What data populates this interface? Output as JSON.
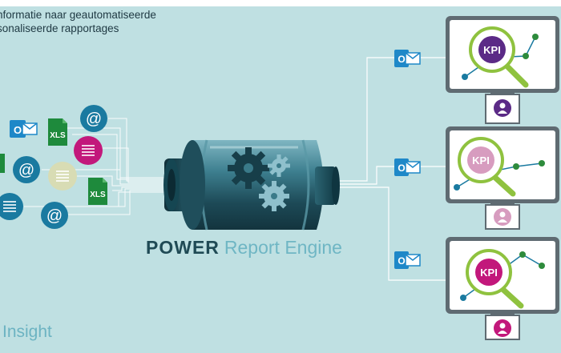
{
  "caption": {
    "line1": "nformatie naar geautomatiseerde",
    "line2": "sonaliseerde rapportages"
  },
  "engine": {
    "title_strong": "POWER",
    "title_light": "Report Engine"
  },
  "brand": "Insight",
  "sources": [
    {
      "kind": "outlook",
      "label": "O",
      "icon": "outlook-icon"
    },
    {
      "kind": "xls",
      "label": "XLS",
      "icon": "xls-file-icon"
    },
    {
      "kind": "email",
      "label": "@",
      "icon": "at-sign-icon"
    },
    {
      "kind": "document",
      "label": "",
      "icon": "document-lines-icon"
    },
    {
      "kind": "email",
      "label": "@",
      "icon": "at-sign-icon"
    },
    {
      "kind": "document",
      "label": "",
      "icon": "document-lines-icon"
    },
    {
      "kind": "xls",
      "label": "XLS",
      "icon": "xls-file-icon"
    },
    {
      "kind": "document",
      "label": "",
      "icon": "document-lines-icon"
    },
    {
      "kind": "email",
      "label": "@",
      "icon": "at-sign-icon"
    }
  ],
  "outputs": [
    {
      "kpi_label": "KPI",
      "kpi_color": "#5b2a86",
      "user_color": "#5b2a86",
      "mail_label": "O"
    },
    {
      "kpi_label": "KPI",
      "kpi_color": "#d79cbf",
      "user_color": "#d79cbf",
      "mail_label": "O"
    },
    {
      "kpi_label": "KPI",
      "kpi_color": "#c2187b",
      "user_color": "#c2187b",
      "mail_label": "O"
    }
  ],
  "colors": {
    "background": "#bfe0e2",
    "teal_dark": "#1f4a55",
    "teal_light": "#6fb6c4",
    "email_blue": "#1a7aa0",
    "magenta": "#c2187b",
    "xls_green": "#1e8a3c",
    "outlook_blue": "#1e88c8",
    "magnifier_green": "#8fc23f"
  }
}
